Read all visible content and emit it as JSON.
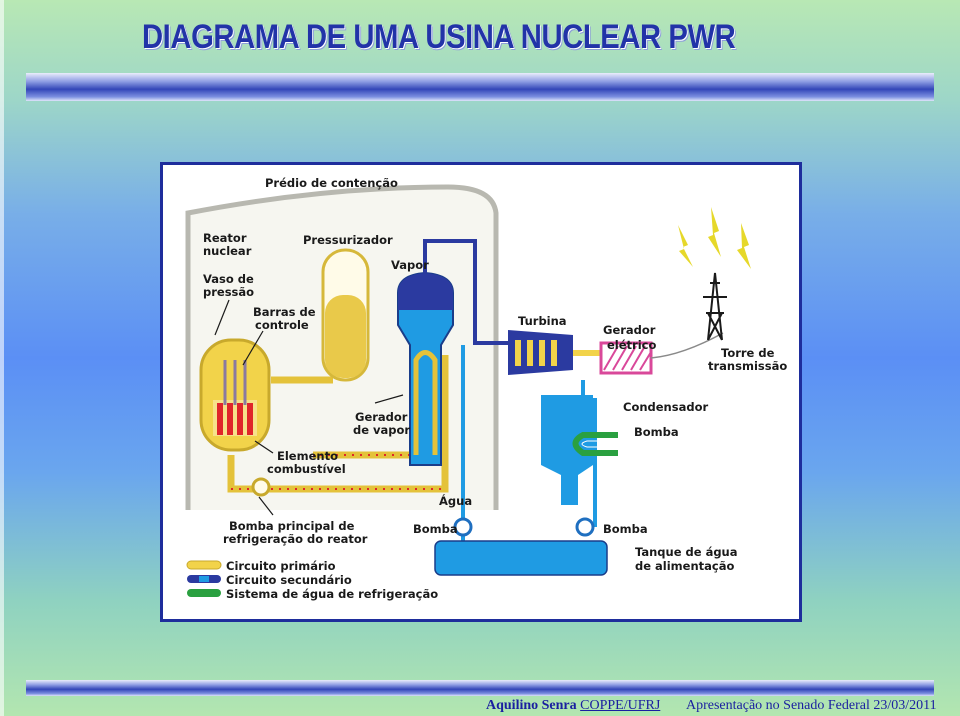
{
  "title": "DIAGRAMA DE UMA USINA NUCLEAR PWR",
  "diagram": {
    "labels": {
      "containment": "Prédio de contenção",
      "reactor_1": "Reator",
      "reactor_2": "nuclear",
      "vessel_1": "Vaso de",
      "vessel_2": "pressão",
      "rods_1": "Barras de",
      "rods_2": "controle",
      "pressurizer": "Pressurizador",
      "steam": "Vapor",
      "sg_1": "Gerador",
      "sg_2": "de vapor",
      "fuel_1": "Elemento",
      "fuel_2": "combustível",
      "water": "Água",
      "turbine": "Turbina",
      "generator_1": "Gerador",
      "generator_2": "elétrico",
      "tower_1": "Torre de",
      "tower_2": "transmissão",
      "condenser": "Condensador",
      "pump_cond": "Bomba",
      "pump_left": "Bomba",
      "pump_right": "Bomba",
      "main_pump_1": "Bomba principal de",
      "main_pump_2": "refrigeração do reator",
      "tank_1": "Tanque de água",
      "tank_2": "de alimentação"
    },
    "legend": [
      {
        "label": "Circuito primário",
        "color": "#f2d34a"
      },
      {
        "label": "Circuito secundário",
        "color": "#2b3aa0"
      },
      {
        "label": "Sistema de água de refrigeração",
        "color": "#2aa040"
      }
    ],
    "colors": {
      "primary": "#f2d34a",
      "primary_red": "#e0262a",
      "secondary": "#2b3aa0",
      "water_blue": "#1f9be3",
      "cooling": "#2aa040",
      "generator": "#d9489a"
    },
    "icons": {
      "tower": "transmission-tower-icon",
      "lightning": "lightning-bolt-icon"
    }
  },
  "footer": {
    "author": "Aquilino Senra",
    "institution": "COPPE/UFRJ",
    "event": "Apresentação no Senado Federal",
    "date": "23/03/2011"
  }
}
